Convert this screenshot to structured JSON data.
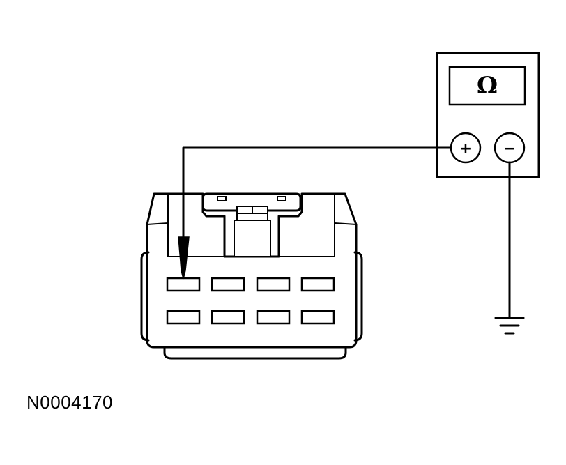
{
  "meter": {
    "display_symbol": "Ω",
    "positive_label": "+",
    "negative_label": "−"
  },
  "connector": {
    "rows": 2,
    "pins_per_row": 4,
    "probed_pin": "top-row pin 1"
  },
  "figure_id": "N0004170"
}
